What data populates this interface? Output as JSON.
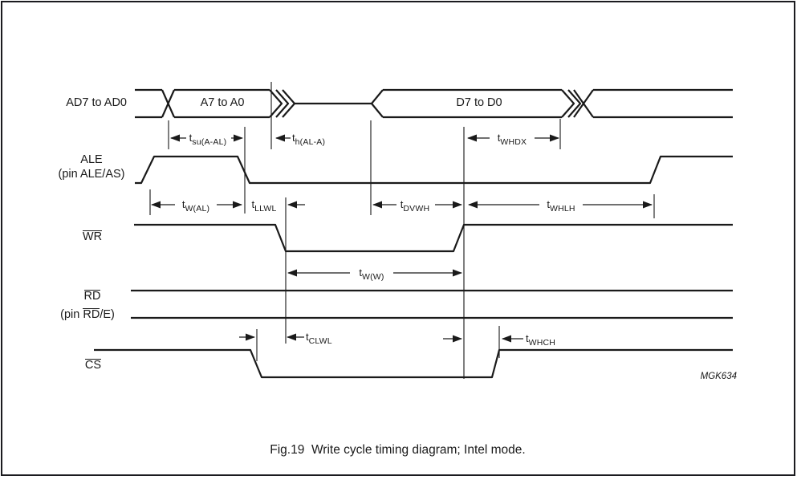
{
  "figure": {
    "caption": "Fig.19  Write cycle timing diagram; Intel mode.",
    "watermark": "MGK634",
    "colors": {
      "line": "#1a1a1a",
      "background": "#ffffff"
    }
  },
  "signals": {
    "ad_bus": {
      "name": "AD7 to AD0",
      "address_phase": "A7 to A0",
      "data_phase": "D7 to D0"
    },
    "ale": {
      "name": "ALE",
      "pin": "(pin ALE/AS)"
    },
    "wr": {
      "name": "WR"
    },
    "rd": {
      "name": "RD",
      "pin_prefix": "(pin ",
      "pin_overlined": "RD",
      "pin_suffix": "/E)"
    },
    "cs": {
      "name": "CS"
    }
  },
  "timings": {
    "tsu_a_al": {
      "prefix": "t",
      "sub": "su(A-AL)"
    },
    "th_al_a": {
      "prefix": "t",
      "sub": "h(AL-A)"
    },
    "twhdx": {
      "prefix": "t",
      "sub": "WHDX"
    },
    "tw_al": {
      "prefix": "t",
      "sub": "W(AL)"
    },
    "tllwl": {
      "prefix": "t",
      "sub": "LLWL"
    },
    "tdvwh": {
      "prefix": "t",
      "sub": "DVWH"
    },
    "twhlh": {
      "prefix": "t",
      "sub": "WHLH"
    },
    "tw_w": {
      "prefix": "t",
      "sub": "W(W)"
    },
    "tclwl": {
      "prefix": "t",
      "sub": "CLWL"
    },
    "twhch": {
      "prefix": "t",
      "sub": "WHCH"
    }
  }
}
